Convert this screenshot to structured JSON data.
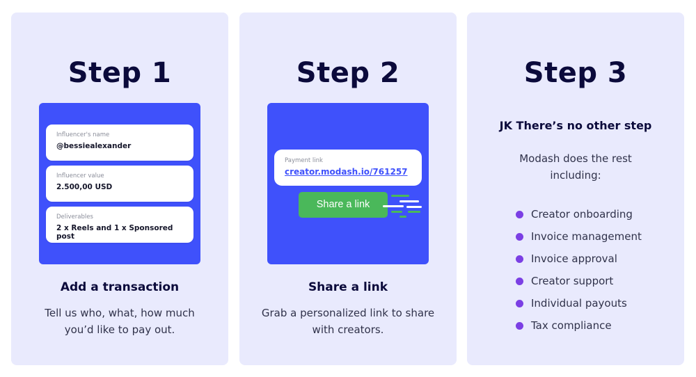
{
  "steps": [
    {
      "title": "Step 1",
      "fields": [
        {
          "label": "Influencer's name",
          "value": "@bessiealexander"
        },
        {
          "label": "Influencer value",
          "value": "2.500,00 USD"
        },
        {
          "label": "Deliverables",
          "value": "2 x Reels and 1 x Sponsored post"
        }
      ],
      "subtitle": "Add a transaction",
      "description": "Tell us who, what, how much you’d like to pay out."
    },
    {
      "title": "Step 2",
      "link_label": "Payment link",
      "link_value": "creator.modash.io/761257",
      "button_label": "Share a link",
      "subtitle": "Share a link",
      "description": "Grab a personalized link to share with creators."
    },
    {
      "title": "Step 3",
      "heading": "JK There’s no other step",
      "description": "Modash does the rest including:",
      "features": [
        "Creator onboarding",
        "Invoice management",
        "Invoice approval",
        "Creator support",
        "Individual payouts",
        "Tax compliance"
      ]
    }
  ],
  "colors": {
    "card_bg": "#e9eafd",
    "title": "#0b0a3b",
    "panel_blue": "#3f51fb",
    "button_green": "#4ab85a",
    "bullet_purple": "#7b3fe4"
  },
  "icons": [
    "speed-lines-icon",
    "bullet-dot-icon"
  ]
}
